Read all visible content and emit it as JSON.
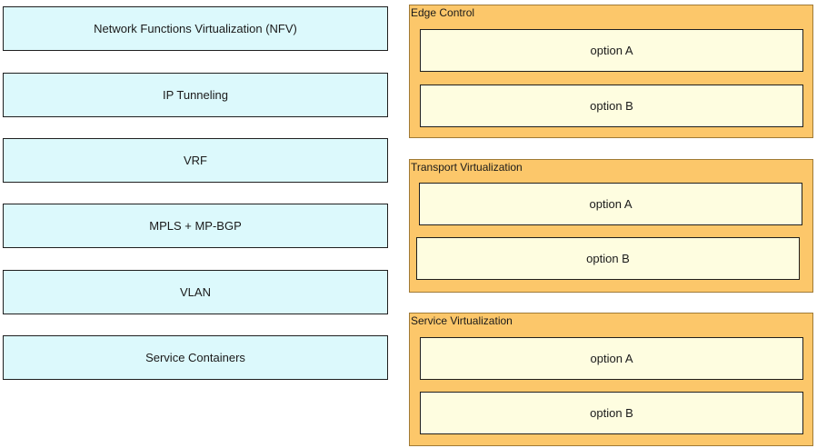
{
  "sources": [
    "Network Functions Virtualization (NFV)",
    "IP Tunneling",
    "VRF",
    "MPLS + MP-BGP",
    "VLAN",
    "Service Containers"
  ],
  "groups": [
    {
      "title": "Edge Control",
      "slots": [
        "option A",
        "option B"
      ]
    },
    {
      "title": "Transport Virtualization",
      "slots": [
        "option A",
        "option B"
      ]
    },
    {
      "title": "Service Virtualization",
      "slots": [
        "option A",
        "option B"
      ]
    }
  ],
  "colors": {
    "source_fill": "#dcf9fc",
    "group_fill": "#fcc76a",
    "slot_fill": "#fefde0",
    "border": "#1f1f1f"
  }
}
